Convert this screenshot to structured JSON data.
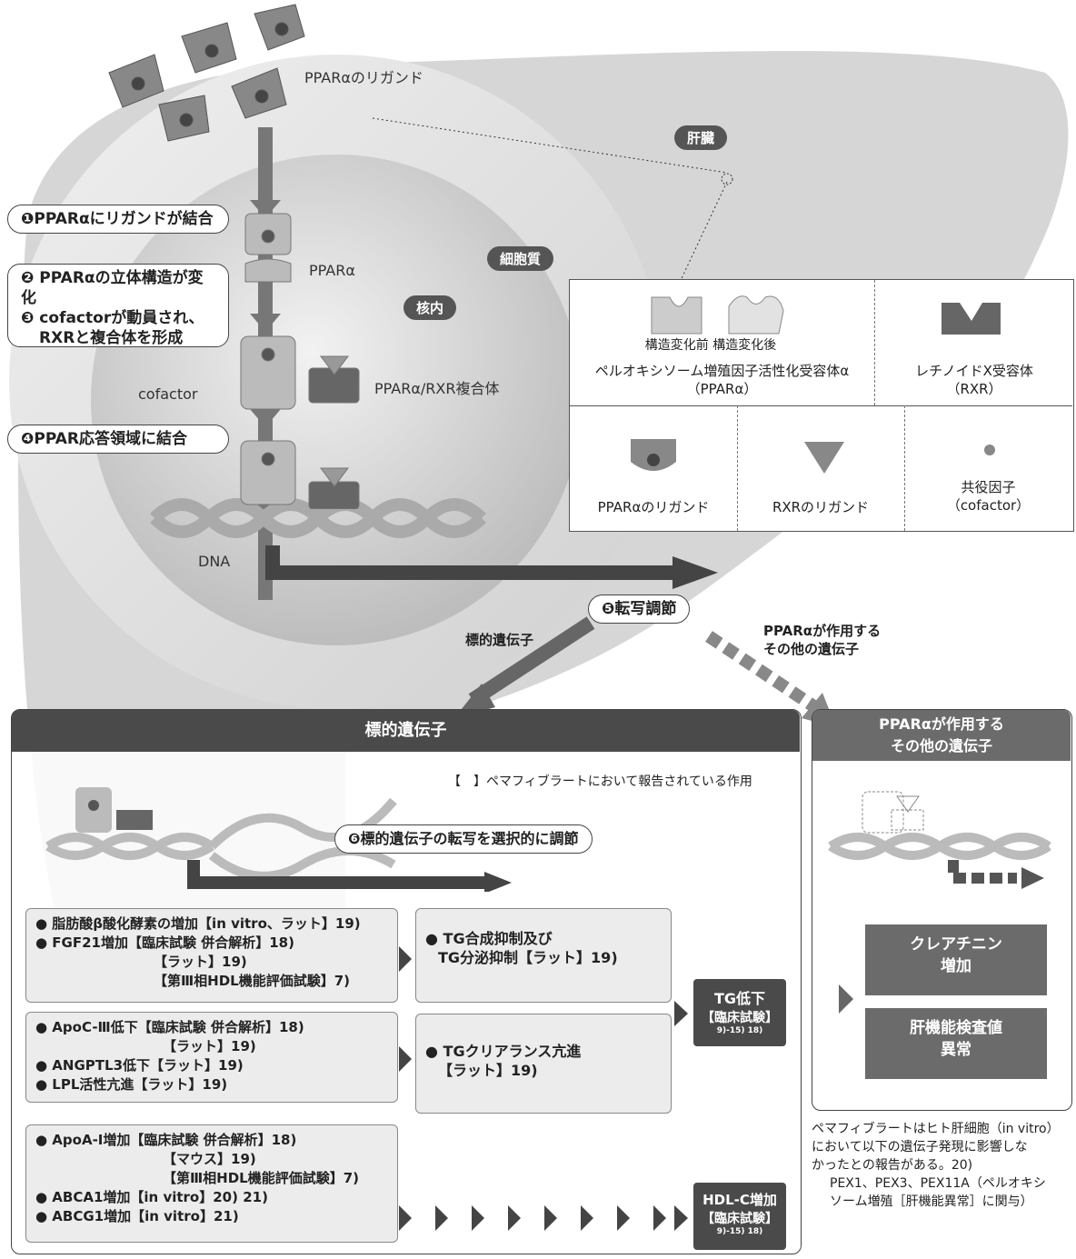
{
  "labels": {
    "ligand_top": "PPARαのリガンド",
    "liver": "肝臓",
    "cytoplasm": "細胞質",
    "nucleus": "核内",
    "ppara": "PPARα",
    "cofactor": "cofactor",
    "complex": "PPARα/RXR複合体",
    "dna": "DNA"
  },
  "steps": {
    "s1": "❶PPARαにリガンドが結合",
    "s2": "❷ PPARαの立体構造が変化",
    "s3a": "❸ cofactorが動員され、",
    "s3b": "RXRと複合体を形成",
    "s4": "❹PPAR応答領域に結合",
    "s5": "❺転写調節",
    "s6": "❻標的遺伝子の転写を選択的に調節"
  },
  "arrows": {
    "target": "標的遺伝子",
    "other_a": "PPARαが作用する",
    "other_b": "その他の遺伝子"
  },
  "legend": {
    "before": "構造変化前",
    "after": "構造変化後",
    "ppar_name": "ペルオキシソーム増殖因子活性化受容体α",
    "ppar_abbr": "（PPARα）",
    "rxr_name": "レチノイドX受容体",
    "rxr_abbr": "（RXR）",
    "ppar_ligand": "PPARαのリガンド",
    "rxr_ligand": "RXRのリガンド",
    "cof_a": "共役因子",
    "cof_b": "（cofactor）"
  },
  "target_panel": {
    "header": "標的遺伝子",
    "note": "【　】ペマフィブラートにおいて報告されている作用",
    "box1": [
      "● 脂肪酸β酸化酵素の増加【in vitro、ラット】19)",
      "● FGF21増加【臨床試験 併合解析】18)",
      "【ラット】19)",
      "【第Ⅲ相HDL機能評価試験】7)"
    ],
    "box2": [
      "● ApoC-Ⅲ低下【臨床試験 併合解析】18)",
      "【ラット】19)",
      "● ANGPTL3低下【ラット】19)",
      "● LPL活性亢進【ラット】19)"
    ],
    "box3": [
      "● ApoA-Ⅰ増加【臨床試験 併合解析】18)",
      "【マウス】19)",
      "【第Ⅲ相HDL機能評価試験】7)",
      "● ABCA1増加【in vitro】20) 21)",
      "● ABCG1増加【in vitro】21)"
    ],
    "mid1": [
      "● TG合成抑制及び",
      "TG分泌抑制【ラット】19)"
    ],
    "mid2": [
      "● TGクリアランス亢進",
      "【ラット】19)"
    ],
    "tg_result": [
      "TG低下",
      "【臨床試験】",
      "9)-15) 18)"
    ],
    "hdl_result": [
      "HDL-C増加",
      "【臨床試験】",
      "9)-15) 18)"
    ]
  },
  "other_panel": {
    "header_a": "PPARαが作用する",
    "header_b": "その他の遺伝子",
    "r1": [
      "クレアチニン",
      "増加"
    ],
    "r2": [
      "肝機能検査値",
      "異常"
    ],
    "note": [
      "ペマフィブラートはヒト肝細胞（in vitro）",
      "において以下の遺伝子発現に影響しな",
      "かったとの報告がある。20)",
      "PEX1、PEX3、PEX11A（ペルオキシ",
      "ソーム増殖［肝機能異常］に関与）"
    ]
  }
}
